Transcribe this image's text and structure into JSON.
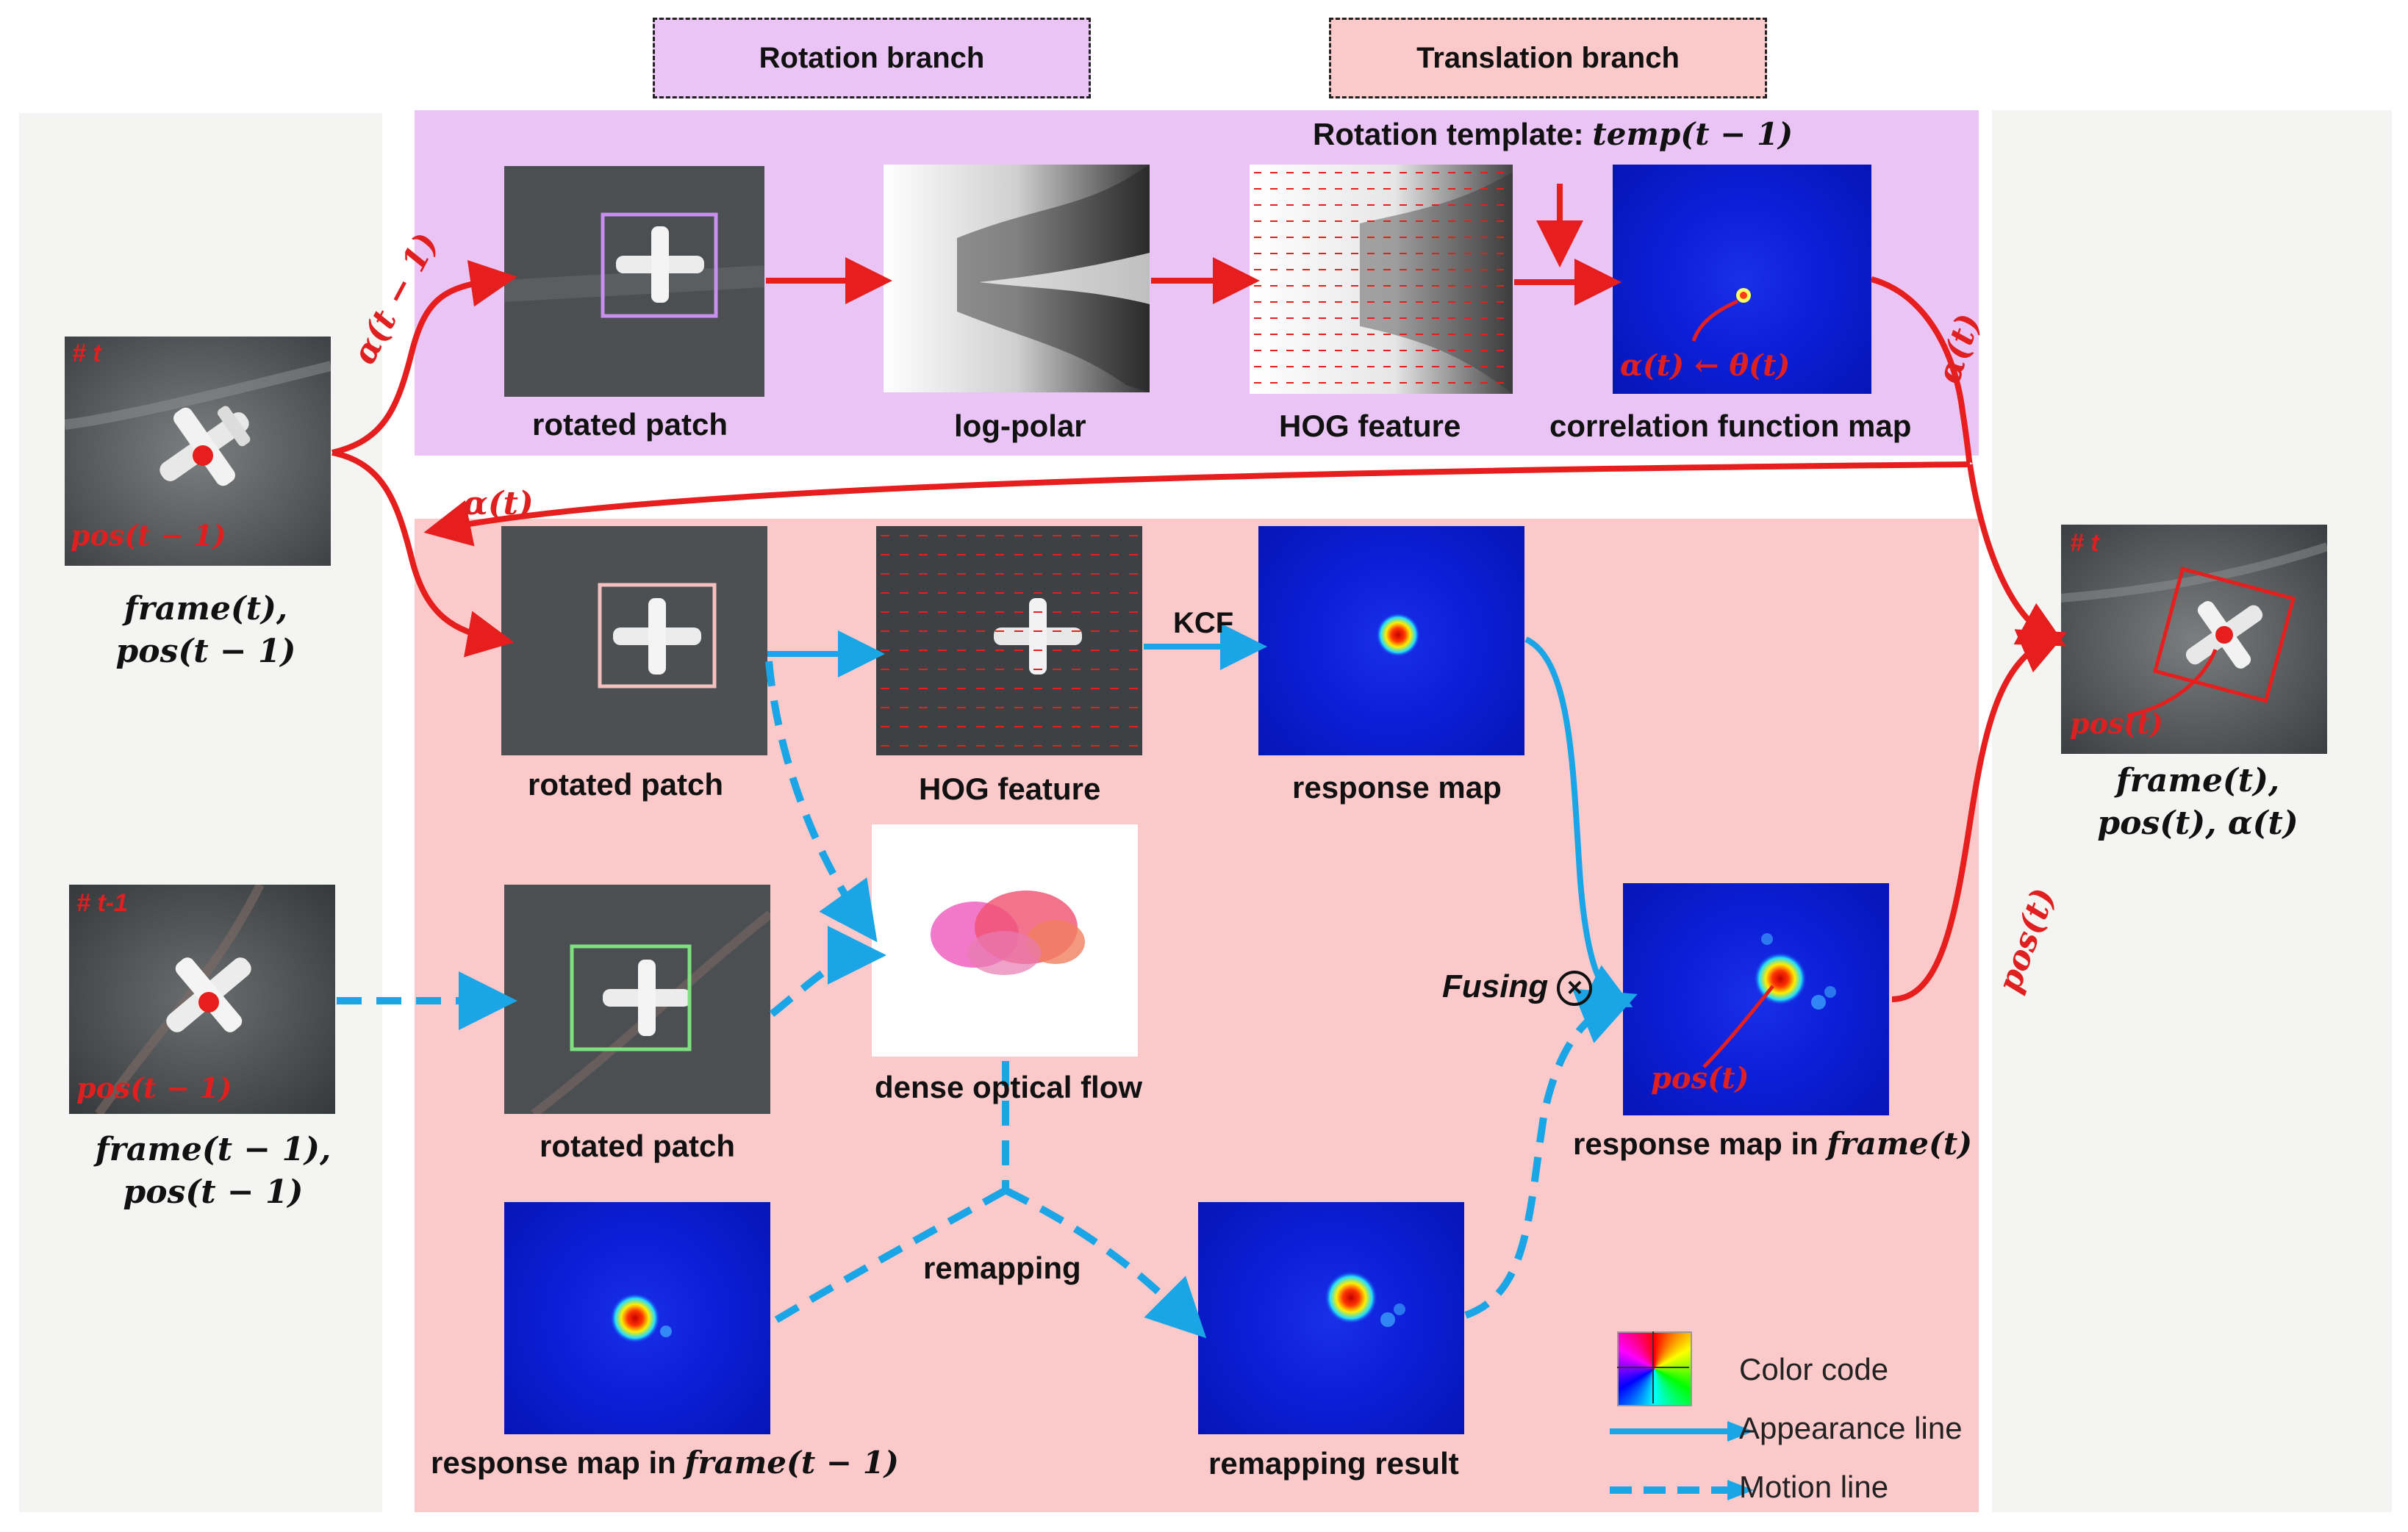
{
  "branches": {
    "rotation": "Rotation branch",
    "translation": "Translation branch"
  },
  "rotation_template": {
    "text": "Rotation template: ",
    "math": "temp(t − 1)"
  },
  "labels": {
    "rotated_patch_top": "rotated patch",
    "log_polar": "log-polar",
    "hog_top": "HOG feature",
    "correlation_map": "correlation function map",
    "rotated_patch_mid": "rotated patch",
    "hog_mid": "HOG feature",
    "kcf": "KCF",
    "response_map": "response map",
    "rotated_patch_low": "rotated patch",
    "dense_flow": "dense optical flow",
    "response_prev_text": "response map in ",
    "response_prev_math": "frame(t − 1)",
    "remapping": "remapping",
    "remapping_result": "remapping result",
    "fusing": "Fusing",
    "response_cur_text": "response map in ",
    "response_cur_math": "frame(t)"
  },
  "inputs": {
    "frame_t_tag": "# t",
    "frame_t_line1": "frame(t),",
    "frame_t_line2": "pos(t − 1)",
    "frame_t_pos": "pos(t − 1)",
    "frame_prev_tag": "# t-1",
    "frame_prev_line1": "frame(t − 1),",
    "frame_prev_line2": "pos(t − 1)",
    "frame_prev_pos": "pos(t − 1)"
  },
  "output": {
    "tag": "# t",
    "pos_label": "pos(t)",
    "line1": "frame(t),",
    "line2": "pos(t), α(t)"
  },
  "arrow_labels": {
    "alpha_prev": "α(t − 1)",
    "alpha_t_right": "α(t)",
    "alpha_t_left": "α(t)",
    "alpha_theta": "α(t) ← θ(t)",
    "pos_t_arrow": "pos(t)",
    "pos_t_resp": "pos(t)"
  },
  "legend": {
    "color_code": "Color code",
    "appearance": "Appearance line",
    "motion": "Motion line"
  },
  "colors": {
    "red": "#e61e1e",
    "blue": "#1aa6e6",
    "purple_panel": "#e9c4f4",
    "pink_panel": "#fbc9c9"
  }
}
